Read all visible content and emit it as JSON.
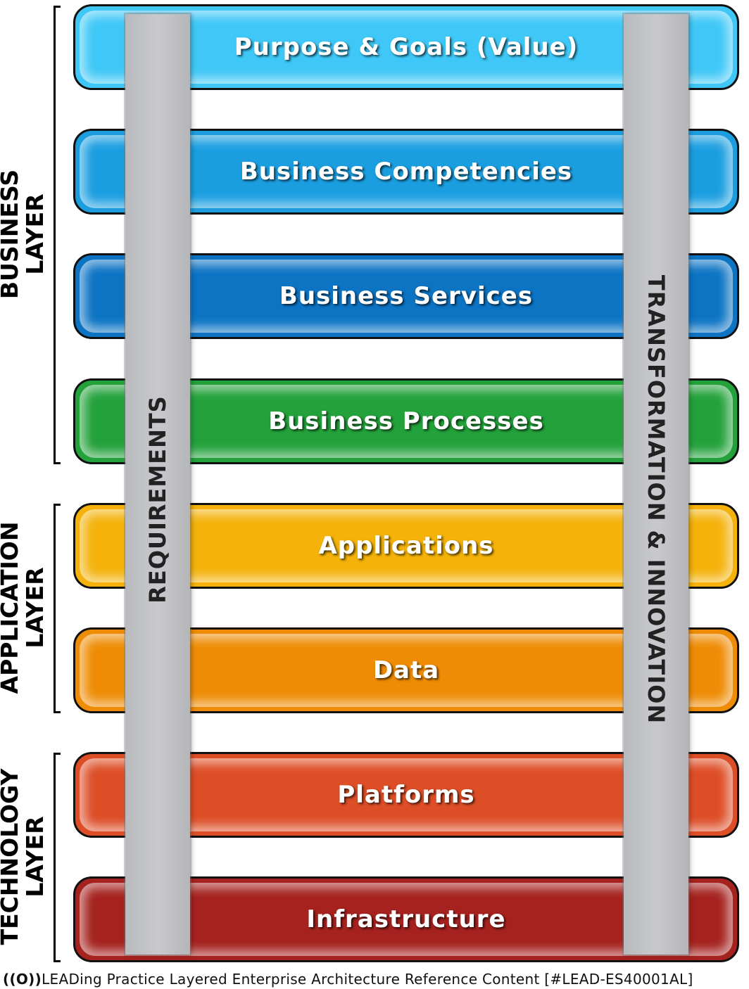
{
  "groups": [
    {
      "id": "business",
      "lines": [
        "BUSINESS",
        "LAYER"
      ]
    },
    {
      "id": "application",
      "lines": [
        "APPLICATION",
        "LAYER"
      ]
    },
    {
      "id": "technology",
      "lines": [
        "TECHNOLOGY",
        "LAYER"
      ]
    }
  ],
  "layers": [
    {
      "label": "Purpose & Goals (Value)",
      "color": "#3fc8f7"
    },
    {
      "label": "Business Competencies",
      "color": "#1b9ee0"
    },
    {
      "label": "Business Services",
      "color": "#0d74c4"
    },
    {
      "label": "Business Processes",
      "color": "#23a13b"
    },
    {
      "label": "Applications",
      "color": "#f4b20a"
    },
    {
      "label": "Data",
      "color": "#ef8c05"
    },
    {
      "label": "Platforms",
      "color": "#dd4e27"
    },
    {
      "label": "Infrastructure",
      "color": "#a5221e"
    }
  ],
  "pillars": {
    "left": "REQUIREMENTS",
    "right": "TRANSFORMATION & INNOVATION"
  },
  "footer": {
    "logo": "((O))",
    "text": "LEADing Practice Layered Enterprise Architecture Reference Content [#LEAD-ES40001AL]"
  }
}
